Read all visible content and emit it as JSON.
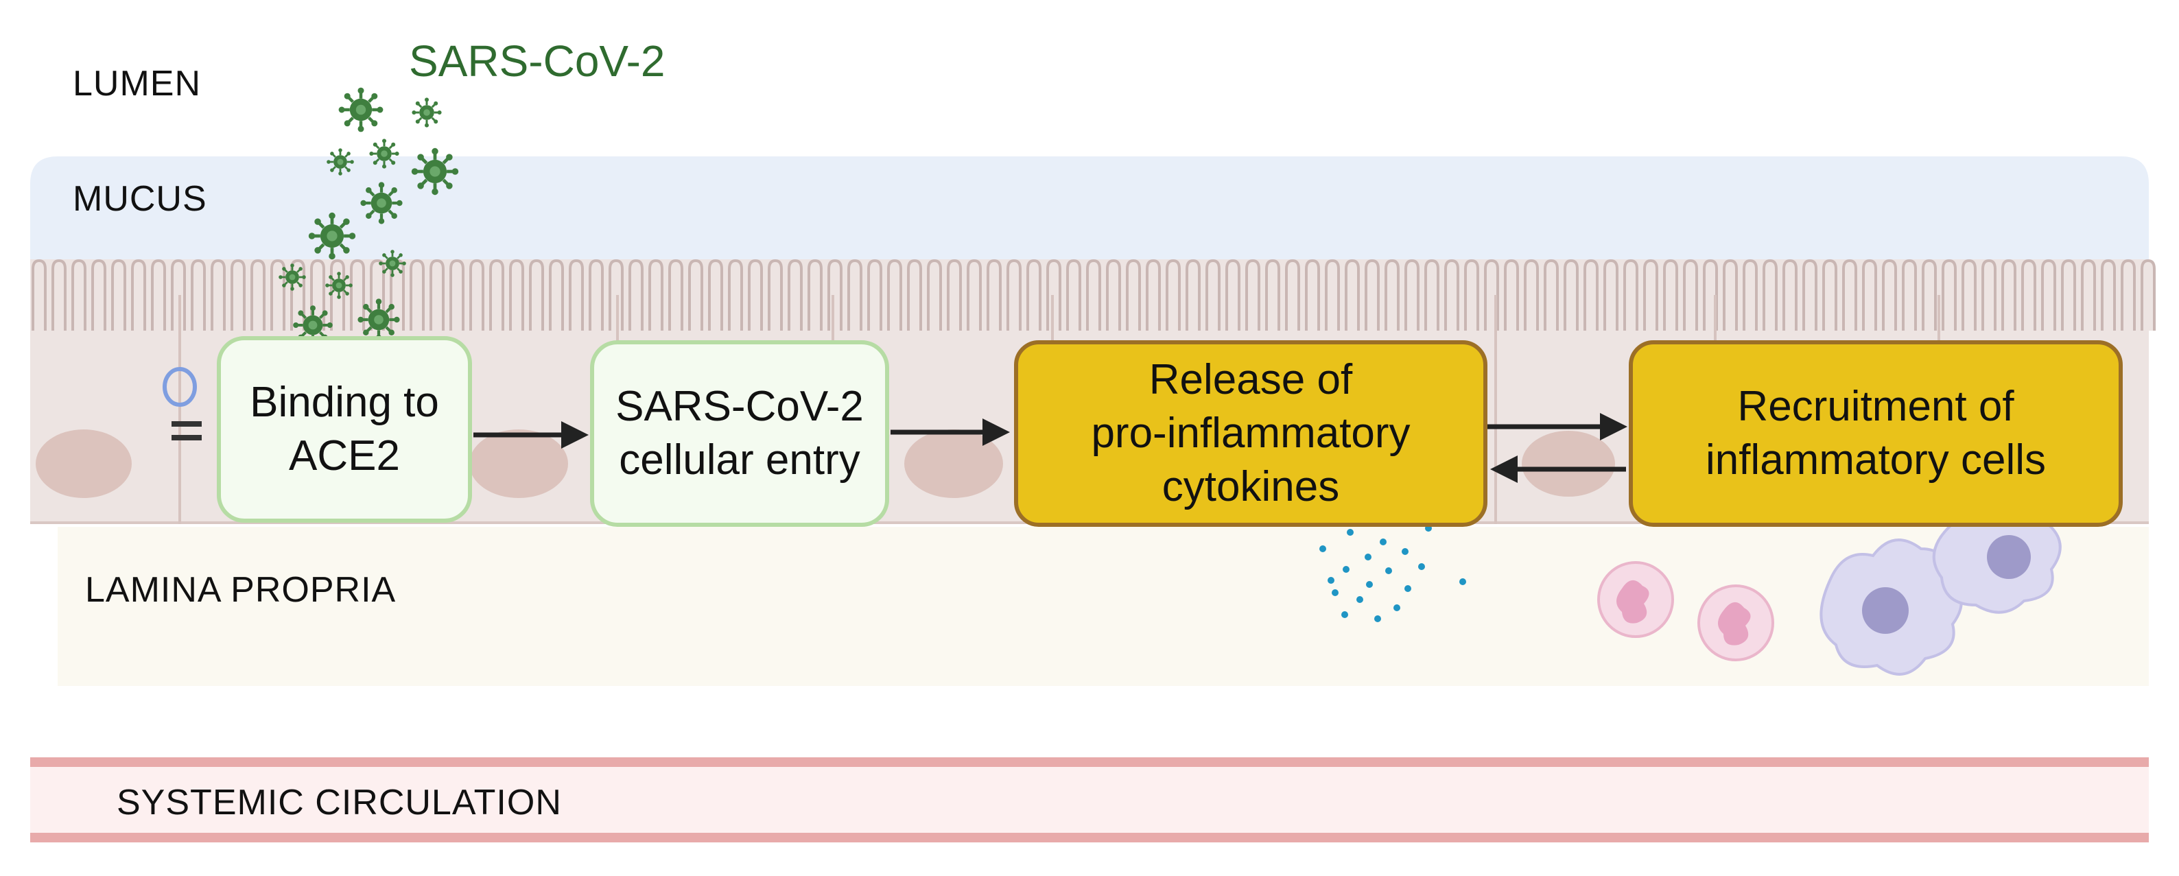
{
  "regions": {
    "lumen": "LUMEN",
    "mucus": "MUCUS",
    "lamina_propria": "LAMINA PROPRIA",
    "systemic_circulation": "SYSTEMIC CIRCULATION"
  },
  "virus_label": "SARS-CoV-2",
  "steps": [
    {
      "line1": "Binding to",
      "line2": "ACE2",
      "line3": ""
    },
    {
      "line1": "SARS-CoV-2",
      "line2": "cellular entry",
      "line3": ""
    },
    {
      "line1": "Release of",
      "line2": "pro-inflammatory",
      "line3": "cytokines"
    },
    {
      "line1": "Recruitment of",
      "line2": "inflammatory cells",
      "line3": ""
    }
  ],
  "colors": {
    "virus": "#3f7f3f",
    "step_green_fill": "#f4fbf0",
    "step_green_border": "#b6dca4",
    "step_gold_fill": "#e9c21a",
    "step_gold_border": "#9c6f26",
    "cytokine": "#1f95c4",
    "neutrophil": "#f1bfd2",
    "macrophage": "#c9c8ea"
  }
}
